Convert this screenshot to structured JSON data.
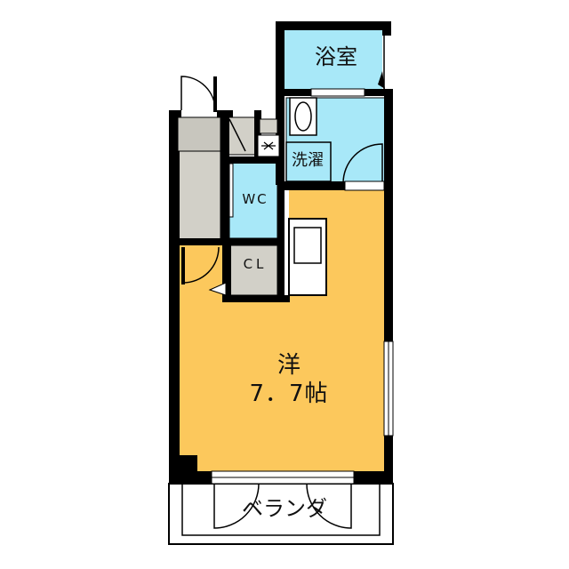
{
  "labels": {
    "bathroom": "浴室",
    "laundry": "洗濯",
    "toilet": "WC",
    "closet": "CL",
    "room": "洋",
    "room_size": "7．7帖",
    "balcony": "ベランダ"
  },
  "colors": {
    "wall": "#000000",
    "living_room": "#fcc85c",
    "wet_area": "#a8e8f8",
    "storage": "#d2d0c8",
    "balcony": "#ffffff"
  }
}
